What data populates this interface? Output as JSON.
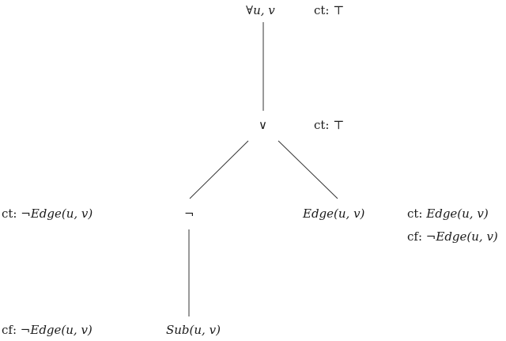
{
  "nodes": {
    "forall": {
      "symbol": "∀",
      "vars": "u, v",
      "annotation": {
        "ct": "⊤"
      }
    },
    "or": {
      "symbol": "∨",
      "annotation": {
        "ct": "⊤"
      }
    },
    "not": {
      "symbol": "¬",
      "annotation": {
        "ct": "¬Edge(u, v)"
      }
    },
    "edge": {
      "pred": "Edge",
      "args": "(u, v)",
      "annotation": {
        "ct": "Edge(u, v)",
        "cf": "¬Edge(u, v)"
      }
    },
    "sub": {
      "pred": "Sub",
      "args": "(u, v)",
      "annotation": {
        "cf": "¬Edge(u, v)"
      }
    }
  },
  "labels": {
    "ct_prefix": "ct:",
    "cf_prefix": "cf:",
    "neg": "¬",
    "edge_pred": "Edge",
    "edge_args": "(u, v)"
  },
  "edges": [
    {
      "from": "forall",
      "to": "or"
    },
    {
      "from": "or",
      "to": "not"
    },
    {
      "from": "or",
      "to": "edge"
    },
    {
      "from": "not",
      "to": "sub"
    }
  ]
}
